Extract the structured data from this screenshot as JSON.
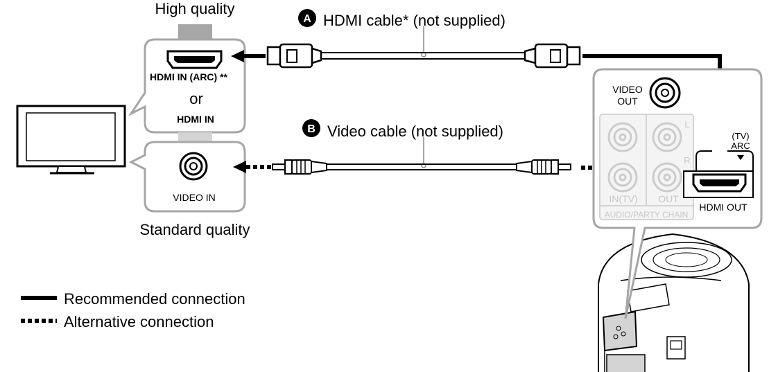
{
  "labels": {
    "high_quality": "High quality",
    "standard_quality": "Standard quality",
    "cable_a_marker": "A",
    "cable_a": "HDMI cable* (not supplied)",
    "cable_b_marker": "B",
    "cable_b": "Video cable (not supplied)",
    "hdmi_in_arc": "HDMI IN (ARC) **",
    "or": "or",
    "hdmi_in": "HDMI IN",
    "video_in": "VIDEO IN",
    "video_out": [
      "VIDEO",
      "OUT"
    ],
    "tv_arc": [
      "(TV)",
      "ARC"
    ],
    "hdmi_out": "HDMI OUT",
    "panel_l": "L",
    "panel_r": "R",
    "panel_in_tv": "IN(TV)",
    "panel_out": "OUT",
    "panel_audio_party_chain": "AUDIO/PARTY CHAIN"
  },
  "legend": [
    {
      "style": "solid",
      "label": "Recommended connection"
    },
    {
      "style": "dashed",
      "label": "Alternative connection"
    }
  ],
  "icons": [
    "tv-icon",
    "hdmi-port-icon",
    "rca-jack-icon",
    "speaker-icon",
    "hdmi-plug-icon",
    "rca-plug-icon",
    "arrow-icon"
  ],
  "colors": {
    "line": "#000000",
    "panel_gray": "#a6a6a6",
    "faded_gray": "#d4d4d4",
    "faded_text": "#c8c8c8"
  }
}
